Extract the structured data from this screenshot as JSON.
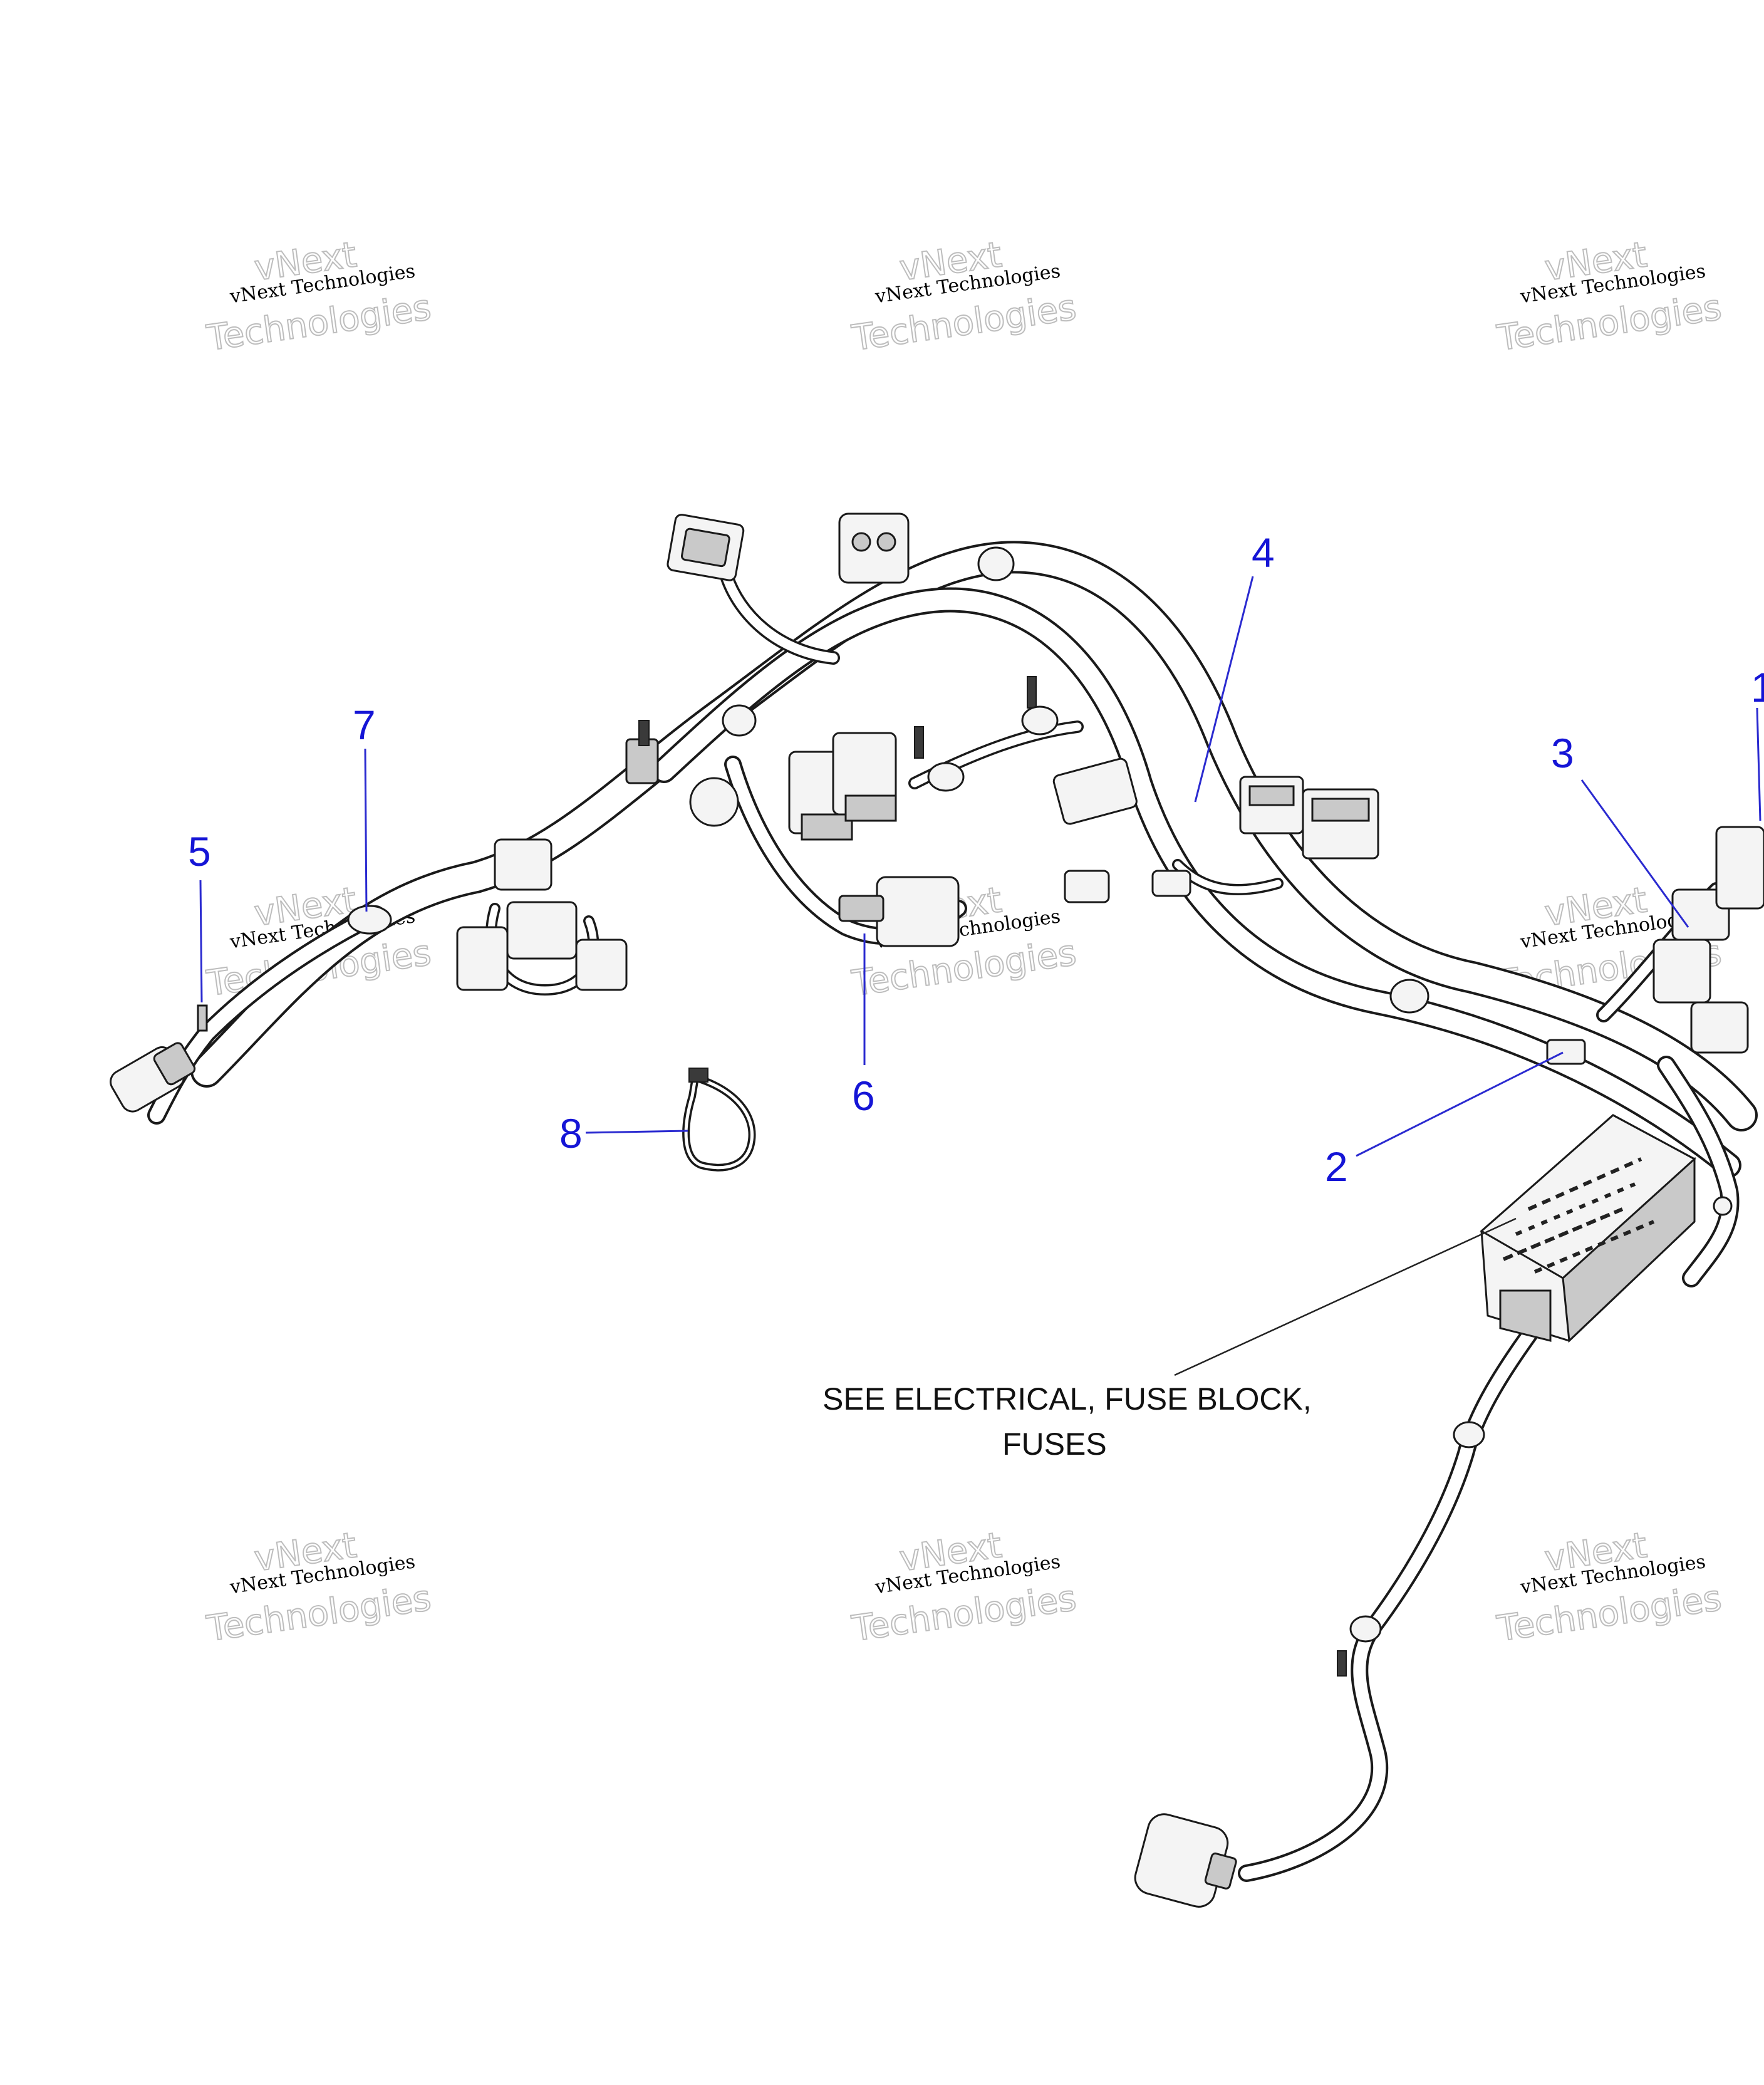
{
  "callouts": [
    {
      "id": "1",
      "label": "1"
    },
    {
      "id": "2",
      "label": "2"
    },
    {
      "id": "3",
      "label": "3"
    },
    {
      "id": "4",
      "label": "4"
    },
    {
      "id": "5",
      "label": "5"
    },
    {
      "id": "6",
      "label": "6"
    },
    {
      "id": "7",
      "label": "7"
    },
    {
      "id": "8",
      "label": "8"
    }
  ],
  "note": {
    "line1": "SEE ELECTRICAL, FUSE BLOCK,",
    "line2": "FUSES"
  },
  "watermark": {
    "line_small": "vNext Technologies",
    "line_big_1": "vNext",
    "line_big_2": "Technologies"
  }
}
